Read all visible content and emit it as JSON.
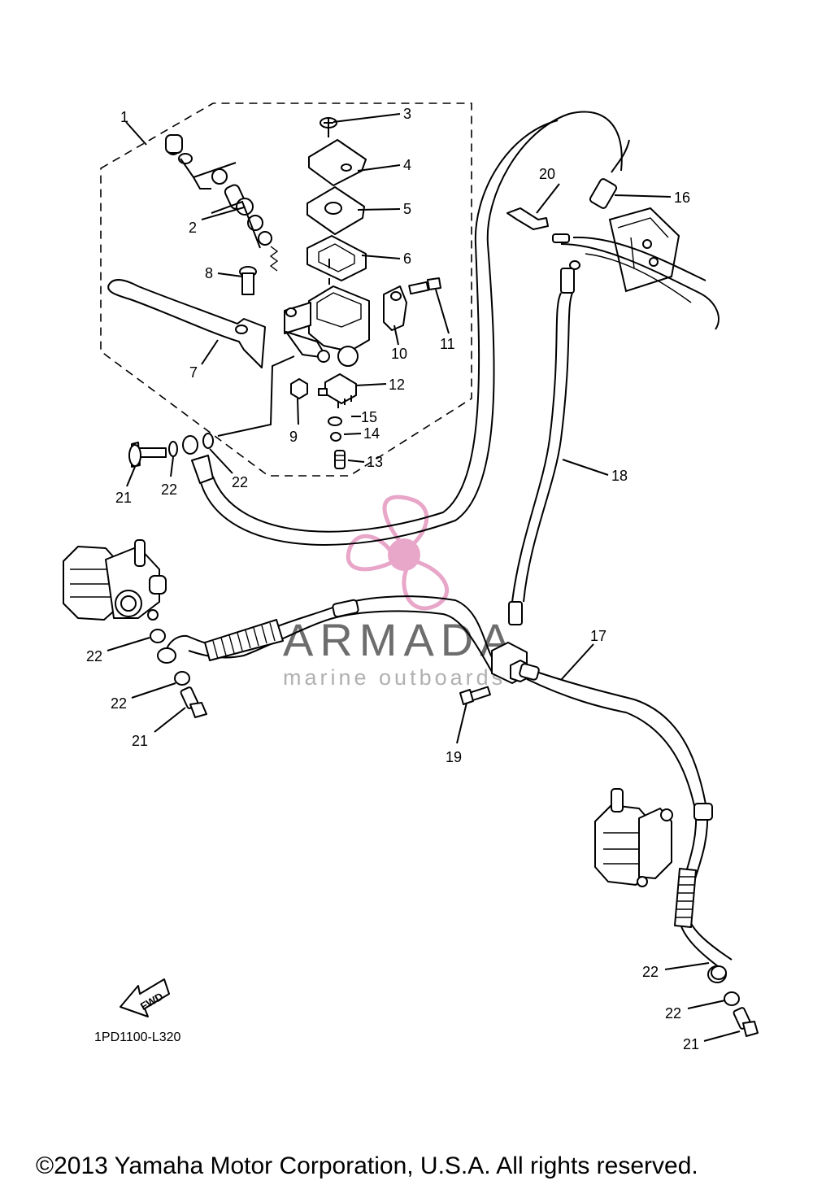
{
  "diagram": {
    "part_labels": [
      "1",
      "2",
      "3",
      "4",
      "5",
      "6",
      "7",
      "8",
      "9",
      "10",
      "11",
      "12",
      "13",
      "14",
      "15",
      "16",
      "17",
      "18",
      "19",
      "20",
      "21",
      "22"
    ],
    "diagram_code": "1PD1100-L320",
    "fwd_label": "FWD",
    "copyright": "©2013 Yamaha Motor Corporation, U.S.A. All rights reserved."
  },
  "watermark": {
    "title": "ARMADA",
    "subtitle": "marine outboards",
    "logo_icon": "propeller-logo-icon",
    "logo_color": "#e8a6c8",
    "title_color": "#6d6d6d"
  }
}
